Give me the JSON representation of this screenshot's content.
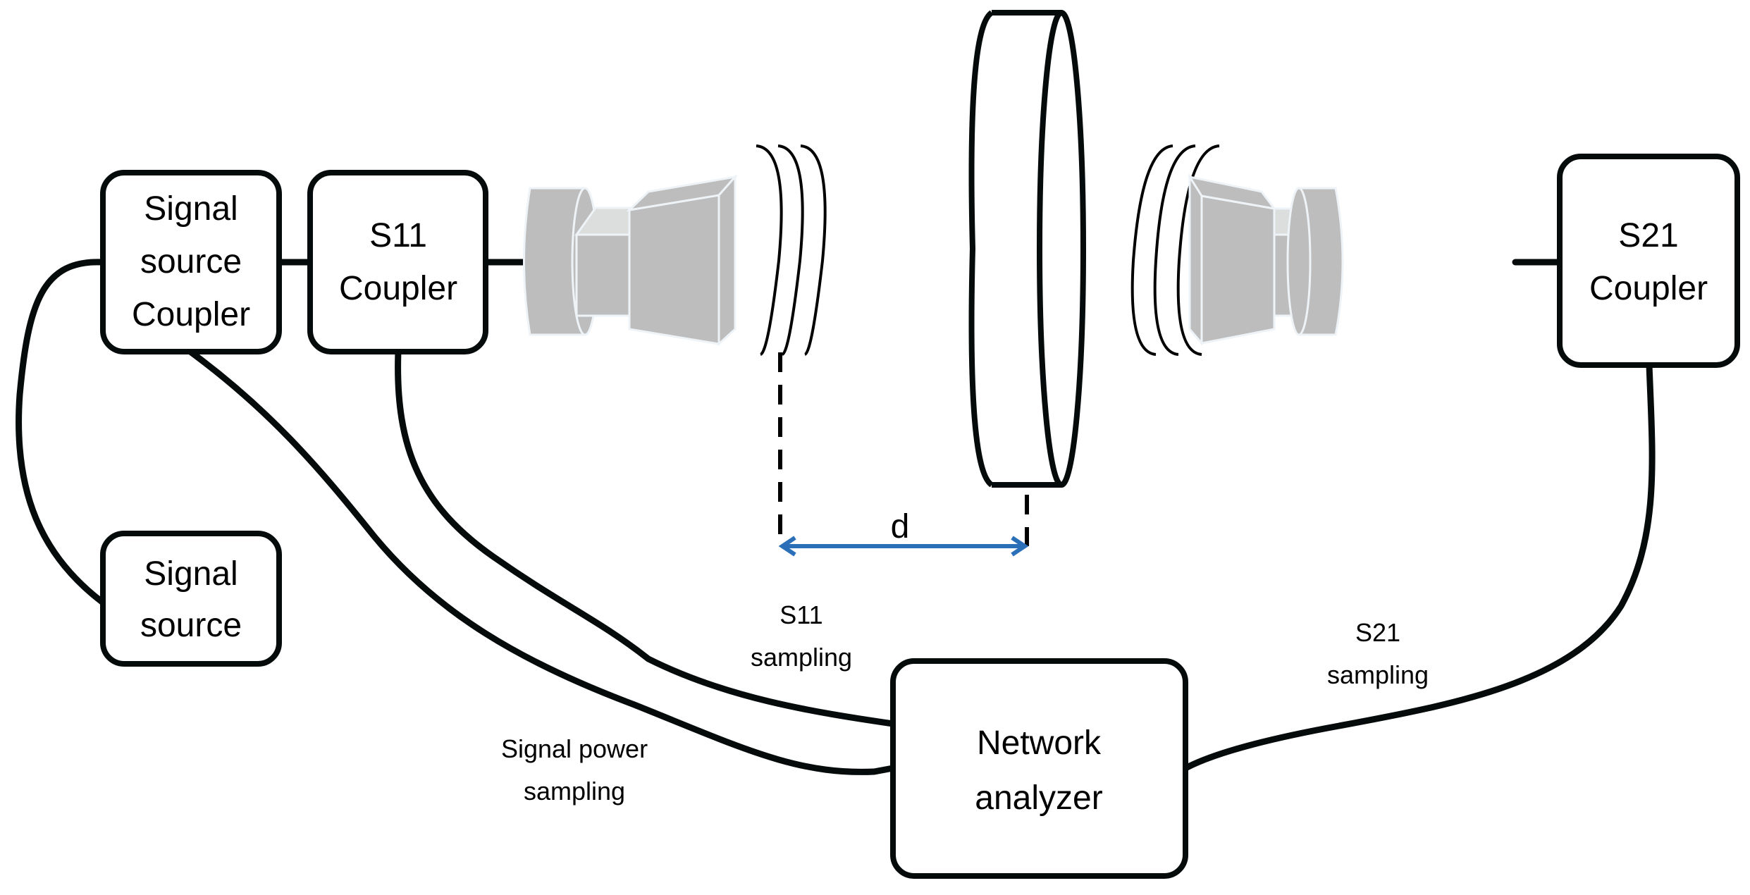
{
  "diagram": {
    "boxes": {
      "signal_source_coupler": [
        "Signal",
        "source",
        "Coupler"
      ],
      "s11_coupler": [
        "S11",
        "Coupler"
      ],
      "signal_source": [
        "Signal",
        "source"
      ],
      "s21_coupler": [
        "S21",
        "Coupler"
      ],
      "network_analyzer": [
        "Network",
        "analyzer"
      ]
    },
    "labels": {
      "distance": "d",
      "s11_sampling": [
        "S11",
        "sampling"
      ],
      "s21_sampling": [
        "S21",
        "sampling"
      ],
      "signal_power_sampling": [
        "Signal power",
        "sampling"
      ]
    },
    "components": {
      "tx_antenna": "horn-antenna",
      "rx_antenna": "horn-antenna",
      "sample": "dielectric-disk"
    },
    "colors": {
      "line": "#050a0a",
      "antenna": "#bdbdbd",
      "dimension_arrow": "#2a6fb8"
    }
  }
}
